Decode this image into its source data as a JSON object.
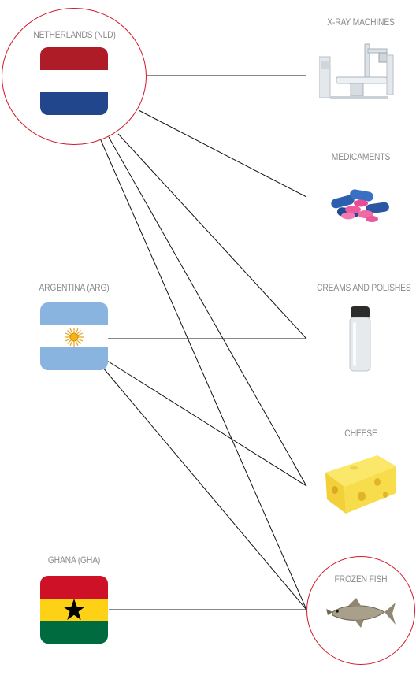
{
  "countries": [
    {
      "id": "nld",
      "label": "NETHERLANDS (NLD)",
      "highlighted": true,
      "flag_colors": [
        "#ae1c28",
        "#ffffff",
        "#21468b"
      ]
    },
    {
      "id": "arg",
      "label": "ARGENTINA (ARG)",
      "highlighted": false,
      "flag_colors": [
        "#8ab4e0",
        "#ffffff",
        "#8ab4e0"
      ],
      "emblem": "sun-of-may-icon"
    },
    {
      "id": "gha",
      "label": "GHANA (GHA)",
      "highlighted": false,
      "flag_colors": [
        "#ce1126",
        "#fcd116",
        "#006b3f"
      ],
      "emblem": "black-star-icon"
    }
  ],
  "products": [
    {
      "id": "xray",
      "label": "X-RAY MACHINES",
      "icon": "x-ray-machine-icon",
      "highlighted": false
    },
    {
      "id": "medicaments",
      "label": "MEDICAMENTS",
      "icon": "pills-icon",
      "highlighted": false
    },
    {
      "id": "creams",
      "label": "CREAMS AND POLISHES",
      "icon": "cream-bottle-icon",
      "highlighted": false
    },
    {
      "id": "cheese",
      "label": "CHEESE",
      "icon": "cheese-icon",
      "highlighted": false
    },
    {
      "id": "fish",
      "label": "FROZEN FISH",
      "icon": "fish-icon",
      "highlighted": true
    }
  ],
  "links": [
    {
      "from": "nld",
      "to": "xray"
    },
    {
      "from": "nld",
      "to": "medicaments"
    },
    {
      "from": "nld",
      "to": "creams"
    },
    {
      "from": "nld",
      "to": "cheese"
    },
    {
      "from": "nld",
      "to": "fish"
    },
    {
      "from": "arg",
      "to": "creams"
    },
    {
      "from": "arg",
      "to": "cheese"
    },
    {
      "from": "arg",
      "to": "fish"
    },
    {
      "from": "gha",
      "to": "fish"
    }
  ],
  "colors": {
    "highlight_ring": "#d11a2a",
    "label": "#8a8a8a",
    "line": "#111111"
  }
}
